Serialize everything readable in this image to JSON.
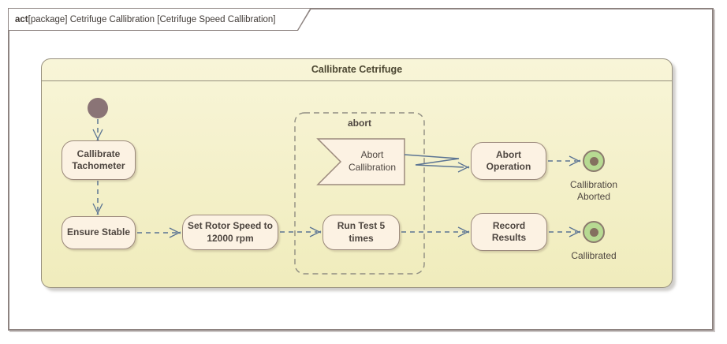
{
  "frame": {
    "keyword": "act",
    "title": "[package] Cetrifuge Callibration [Cetrifuge Speed Callibration]"
  },
  "activity": {
    "title": "Callibrate Cetrifuge"
  },
  "actions": {
    "callibrate_tachometer": "Callibrate Tachometer",
    "ensure_stable": "Ensure Stable",
    "set_rotor_speed": "Set Rotor Speed to 12000 rpm",
    "run_test": "Run Test 5 times",
    "record_results": "Record Results",
    "abort_operation": "Abort Operation"
  },
  "events": {
    "abort_callibration": "Abort Callibration"
  },
  "region": {
    "label": "abort"
  },
  "finals": {
    "aborted": "Callibration Aborted",
    "callibrated": "Callibrated"
  },
  "colors": {
    "canvas_bg": "#ffffff",
    "outer_border": "#8d8380",
    "tab_text": "#403a36",
    "frame_fill_top": "#f8f5d8",
    "frame_fill_bottom": "#f0ecbc",
    "frame_border": "#97907e",
    "title_text": "#4c4732",
    "node_fill": "#fcf2e3",
    "node_border": "#9c8a7d",
    "node_text": "#4e4640",
    "flow": "#5b7493",
    "region_border": "#8f8d82",
    "initial_fill": "#8a7476",
    "final_fill": "#b7da92",
    "final_ring": "#8b7a6d",
    "final_dot": "#84705f"
  }
}
